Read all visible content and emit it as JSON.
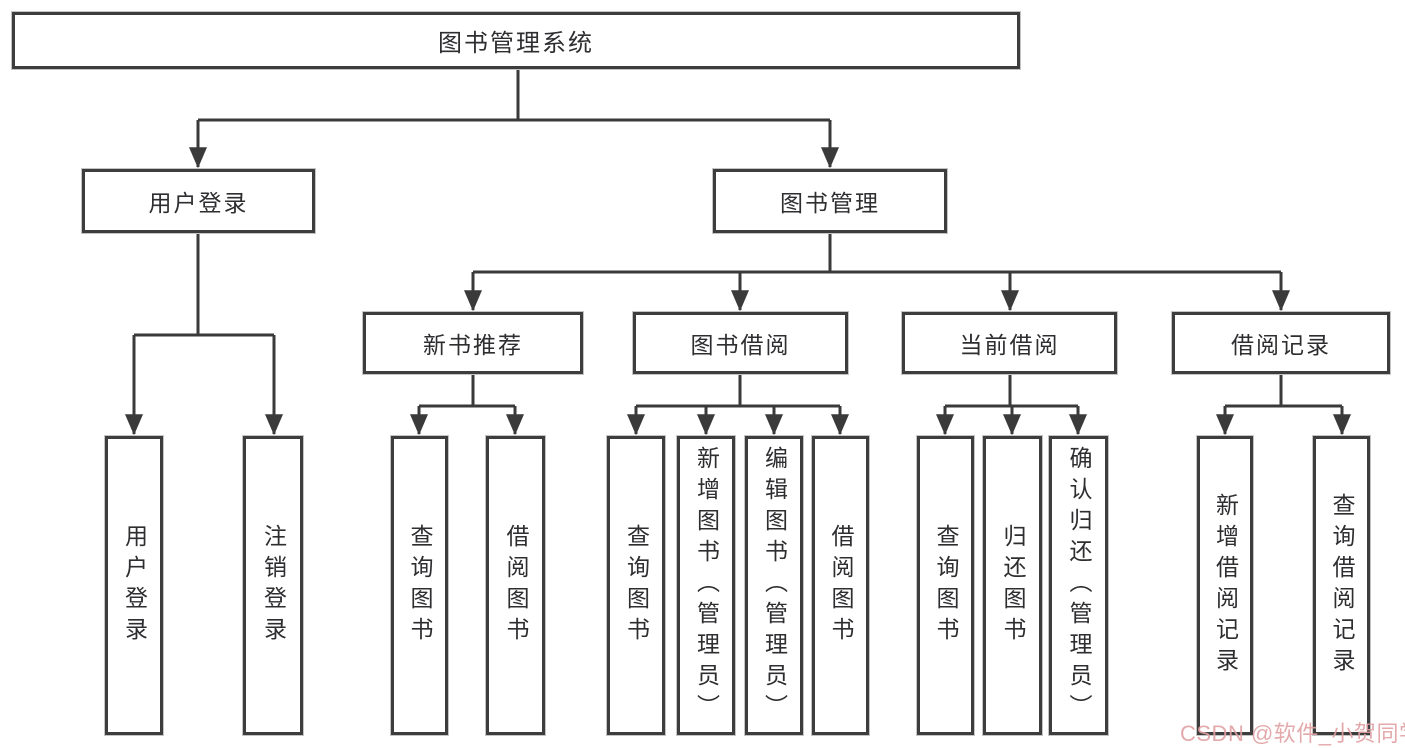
{
  "tree": {
    "root": {
      "label": "图书管理系统",
      "children": [
        {
          "label": "用户登录",
          "children": [
            {
              "label": "用户登录"
            },
            {
              "label": "注销登录"
            }
          ]
        },
        {
          "label": "图书管理",
          "children": [
            {
              "label": "新书推荐",
              "children": [
                {
                  "label": "查询图书"
                },
                {
                  "label": "借阅图书"
                }
              ]
            },
            {
              "label": "图书借阅",
              "children": [
                {
                  "label": "查询图书"
                },
                {
                  "label": "新增图书（管理员）"
                },
                {
                  "label": "编辑图书（管理员）"
                },
                {
                  "label": "借阅图书"
                }
              ]
            },
            {
              "label": "当前借阅",
              "children": [
                {
                  "label": "查询图书"
                },
                {
                  "label": "归还图书"
                },
                {
                  "label": "确认归还（管理员）"
                }
              ]
            },
            {
              "label": "借阅记录",
              "children": [
                {
                  "label": "新增借阅记录"
                },
                {
                  "label": "查询借阅记录"
                }
              ]
            }
          ]
        }
      ]
    }
  },
  "watermark": {
    "text": "CSDN @软件_小贺同学"
  },
  "colors": {
    "line": "#3a3a3a",
    "box-border": "#3d3d3d",
    "text": "#2e2e31",
    "watermark": "#e0a0a3"
  }
}
